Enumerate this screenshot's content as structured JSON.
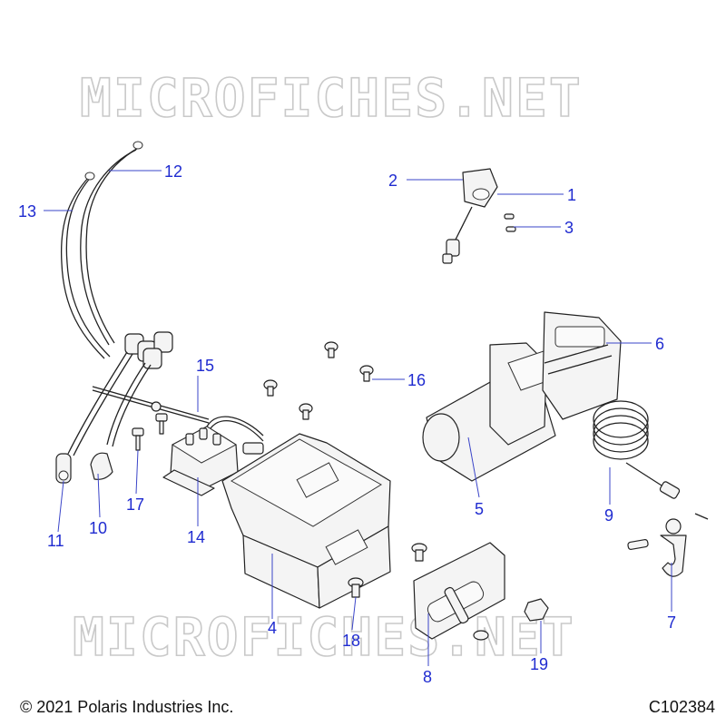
{
  "watermark": "MICROFICHES.NET",
  "copyright": "© 2021 Polaris Industries Inc.",
  "diagram_code": "C102384",
  "callouts": [
    {
      "id": "1",
      "label": "1"
    },
    {
      "id": "2",
      "label": "2"
    },
    {
      "id": "3",
      "label": "3"
    },
    {
      "id": "4",
      "label": "4"
    },
    {
      "id": "5",
      "label": "5"
    },
    {
      "id": "6",
      "label": "6"
    },
    {
      "id": "7",
      "label": "7"
    },
    {
      "id": "8",
      "label": "8"
    },
    {
      "id": "9",
      "label": "9"
    },
    {
      "id": "10",
      "label": "10"
    },
    {
      "id": "11",
      "label": "11"
    },
    {
      "id": "12",
      "label": "12"
    },
    {
      "id": "13",
      "label": "13"
    },
    {
      "id": "14",
      "label": "14"
    },
    {
      "id": "15",
      "label": "15"
    },
    {
      "id": "16",
      "label": "16"
    },
    {
      "id": "17",
      "label": "17"
    },
    {
      "id": "18",
      "label": "18"
    },
    {
      "id": "19",
      "label": "19"
    }
  ],
  "colors": {
    "callout": "#1f2bd0",
    "watermark": "#c9c9c9",
    "line": "#222222"
  }
}
